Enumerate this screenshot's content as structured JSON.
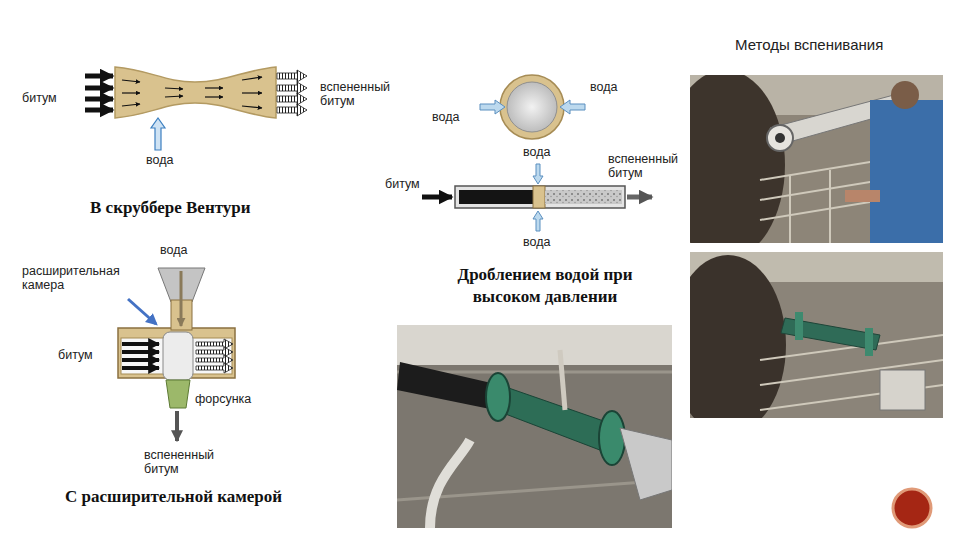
{
  "diagram": {
    "title": "Методы вспенивания",
    "labels": [
      "битум",
      "вспененный битум",
      "вода",
      "В скруббере Вентури",
      "вода",
      "вода",
      "вода",
      "вспененный битум",
      "битум",
      "вода",
      "Дроблением водой при высоком давлении",
      "вода",
      "расширительная камера",
      "битум",
      "форсунка",
      "вспененный битум",
      "С расширительной камерой"
    ]
  }
}
